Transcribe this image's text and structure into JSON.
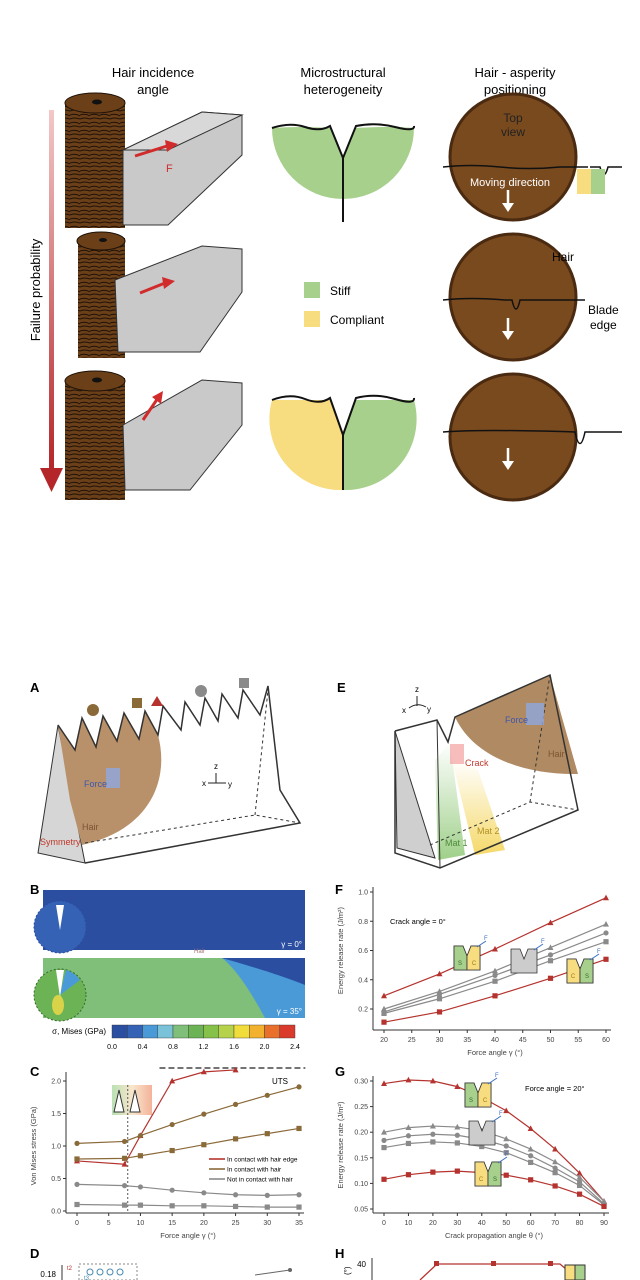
{
  "top": {
    "col_headers": [
      {
        "line1": "Hair incidence",
        "line2": "angle"
      },
      {
        "line1": "Microstructural",
        "line2": "heterogeneity"
      },
      {
        "line1": "Hair - asperity",
        "line2": "positioning"
      }
    ],
    "failure_axis": "Failure probability",
    "force_label": "F",
    "legend": {
      "stiff": "Stiff",
      "compliant": "Compliant"
    },
    "top_view_line1": "Top",
    "top_view_line2": "view",
    "moving_direction": "Moving direction",
    "hair_label": "Hair",
    "blade_edge_line1": "Blade",
    "blade_edge_line2": "edge",
    "colors": {
      "stiff": "#a8d08d",
      "compliant": "#f7dc80",
      "hair": "#7a4a1f",
      "arrow": "#b5262a"
    }
  },
  "panelA": {
    "letter": "A",
    "force": "Force",
    "hair": "Hair",
    "symmetry": "Symmetry",
    "axes": {
      "z": "z",
      "x": "x",
      "y": "y"
    }
  },
  "panelE": {
    "letter": "E",
    "force": "Force",
    "hair": "Hair",
    "crack": "Crack",
    "mat1": "Mat 1",
    "mat2": "Mat 2",
    "axes": {
      "z": "z",
      "x": "x",
      "y": "y"
    }
  },
  "panelB": {
    "letter": "B",
    "hair": "Hair",
    "gamma0": "γ = 0°",
    "gamma35": "γ = 35°",
    "colorbar_label": "σ, Mises (GPa)",
    "colorbar_ticks": [
      "0.0",
      "0.4",
      "0.8",
      "1.2",
      "1.6",
      "2.0",
      "2.4"
    ],
    "colorbar_colors": [
      "#2b4ea0",
      "#3562b5",
      "#4a9ad8",
      "#79c2d8",
      "#7fbf7a",
      "#6cb356",
      "#86c14a",
      "#b6d24a",
      "#f0dc3a",
      "#f2b12f",
      "#e8702b",
      "#d93a2b"
    ]
  },
  "panelD": {
    "letter": "D",
    "ytick": "0.18",
    "labels": [
      "t2",
      "t3"
    ]
  },
  "panelH": {
    "letter": "H",
    "ytick": "40",
    "ylabel_part": "(°)"
  },
  "chart_data": [
    {
      "id": "C",
      "type": "line",
      "letter": "C",
      "xlabel": "Force angle γ (°)",
      "ylabel": "Von Mises stress (GPa)",
      "xlim": [
        0,
        35
      ],
      "ylim": [
        0,
        2.2
      ],
      "xticks": [
        0,
        5,
        10,
        15,
        20,
        25,
        30,
        35
      ],
      "yticks": [
        0.0,
        0.5,
        1.0,
        1.5,
        2.0
      ],
      "ytick_labels": [
        "0.0",
        "0.5",
        "1.0",
        "1.5",
        "2.0"
      ],
      "annotation": "UTS",
      "uts_value": 2.2,
      "legend": [
        {
          "label": "In contact with hair edge",
          "color": "#b5332e"
        },
        {
          "label": "In contact with hair",
          "color": "#8b6a3a"
        },
        {
          "label": "Not in contact with hair",
          "color": "#8a8a8a"
        }
      ],
      "legend_position": "right",
      "series": [
        {
          "name": "hair edge",
          "color": "#b5332e",
          "marker": "triangle",
          "x": [
            0,
            7.5,
            10,
            15,
            20,
            25
          ],
          "y": [
            0.77,
            0.72,
            1.16,
            2.0,
            2.14,
            2.17
          ]
        },
        {
          "name": "hair circle",
          "color": "#8b6a3a",
          "marker": "circle",
          "x": [
            0,
            7.5,
            10,
            15,
            20,
            25,
            30,
            35
          ],
          "y": [
            1.04,
            1.07,
            1.16,
            1.33,
            1.49,
            1.64,
            1.78,
            1.91
          ]
        },
        {
          "name": "hair square",
          "color": "#8b6a3a",
          "marker": "square",
          "x": [
            0,
            7.5,
            10,
            15,
            20,
            25,
            30,
            35
          ],
          "y": [
            0.8,
            0.81,
            0.85,
            0.93,
            1.02,
            1.11,
            1.19,
            1.27
          ]
        },
        {
          "name": "no hair circle",
          "color": "#8a8a8a",
          "marker": "circle",
          "x": [
            0,
            7.5,
            10,
            15,
            20,
            25,
            30,
            35
          ],
          "y": [
            0.41,
            0.39,
            0.37,
            0.32,
            0.28,
            0.25,
            0.24,
            0.25
          ]
        },
        {
          "name": "no hair square",
          "color": "#8a8a8a",
          "marker": "square",
          "x": [
            0,
            7.5,
            10,
            15,
            20,
            25,
            30,
            35
          ],
          "y": [
            0.1,
            0.09,
            0.09,
            0.08,
            0.08,
            0.07,
            0.06,
            0.06
          ]
        }
      ]
    },
    {
      "id": "F",
      "type": "line",
      "letter": "F",
      "xlabel": "Force angle γ (°)",
      "ylabel": "Energy release rate (J/m²)",
      "annotation": "Crack angle = 0°",
      "xlim": [
        20,
        60
      ],
      "ylim": [
        0.1,
        1.0
      ],
      "xticks": [
        20,
        25,
        30,
        35,
        40,
        45,
        50,
        55,
        60
      ],
      "yticks": [
        0.2,
        0.4,
        0.6,
        0.8,
        1.0
      ],
      "ytick_labels": [
        "0.2",
        "0.4",
        "0.6",
        "0.8",
        "1.0"
      ],
      "series": [
        {
          "name": "S-C",
          "color": "#b5332e",
          "marker": "triangle",
          "x": [
            20,
            30,
            40,
            50,
            60
          ],
          "y": [
            0.29,
            0.44,
            0.61,
            0.79,
            0.96
          ]
        },
        {
          "name": "homogeneous triangle",
          "color": "#8a8a8a",
          "marker": "triangle",
          "x": [
            20,
            30,
            40,
            50,
            60
          ],
          "y": [
            0.2,
            0.32,
            0.46,
            0.62,
            0.78
          ]
        },
        {
          "name": "homogeneous circle",
          "color": "#8a8a8a",
          "marker": "circle",
          "x": [
            20,
            30,
            40,
            50,
            60
          ],
          "y": [
            0.18,
            0.3,
            0.43,
            0.57,
            0.72
          ]
        },
        {
          "name": "homogeneous square",
          "color": "#8a8a8a",
          "marker": "square",
          "x": [
            20,
            30,
            40,
            50,
            60
          ],
          "y": [
            0.17,
            0.27,
            0.39,
            0.53,
            0.66
          ]
        },
        {
          "name": "C-S",
          "color": "#b5332e",
          "marker": "square",
          "x": [
            20,
            30,
            40,
            50,
            60
          ],
          "y": [
            0.11,
            0.18,
            0.29,
            0.41,
            0.54
          ]
        }
      ],
      "icon_labels": {
        "s": "S",
        "c": "C",
        "f": "F"
      }
    },
    {
      "id": "G",
      "type": "line",
      "letter": "G",
      "xlabel": "Crack propagation angle θ (°)",
      "ylabel": "Energy release rate (J/m²)",
      "annotation": "Force angle = 20°",
      "xlim": [
        0,
        90
      ],
      "ylim": [
        0.05,
        0.3
      ],
      "xticks": [
        0,
        10,
        20,
        30,
        40,
        50,
        60,
        70,
        80,
        90
      ],
      "yticks": [
        0.05,
        0.1,
        0.15,
        0.2,
        0.25,
        0.3
      ],
      "ytick_labels": [
        "0.05",
        "0.10",
        "0.15",
        "0.20",
        "0.25",
        "0.30"
      ],
      "series": [
        {
          "name": "S-C",
          "color": "#b5332e",
          "marker": "triangle",
          "x": [
            0,
            10,
            20,
            30,
            40,
            50,
            60,
            70,
            80,
            90
          ],
          "y": [
            0.295,
            0.302,
            0.3,
            0.289,
            0.268,
            0.242,
            0.207,
            0.167,
            0.12,
            0.065
          ]
        },
        {
          "name": "homogeneous triangle",
          "color": "#8a8a8a",
          "marker": "triangle",
          "x": [
            0,
            10,
            20,
            30,
            40,
            50,
            60,
            70,
            80,
            90
          ],
          "y": [
            0.2,
            0.209,
            0.212,
            0.21,
            0.203,
            0.187,
            0.167,
            0.142,
            0.112,
            0.065
          ]
        },
        {
          "name": "homogeneous circle",
          "color": "#8a8a8a",
          "marker": "circle",
          "x": [
            0,
            10,
            20,
            30,
            40,
            50,
            60,
            70,
            80,
            90
          ],
          "y": [
            0.184,
            0.193,
            0.196,
            0.194,
            0.186,
            0.173,
            0.154,
            0.13,
            0.103,
            0.06
          ]
        },
        {
          "name": "homogeneous square",
          "color": "#8a8a8a",
          "marker": "square",
          "x": [
            0,
            10,
            20,
            30,
            40,
            50,
            60,
            70,
            80,
            90
          ],
          "y": [
            0.17,
            0.178,
            0.181,
            0.179,
            0.172,
            0.16,
            0.141,
            0.121,
            0.096,
            0.058
          ]
        },
        {
          "name": "C-S",
          "color": "#b5332e",
          "marker": "square",
          "x": [
            0,
            10,
            20,
            30,
            40,
            50,
            60,
            70,
            80,
            90
          ],
          "y": [
            0.108,
            0.117,
            0.122,
            0.124,
            0.121,
            0.116,
            0.107,
            0.095,
            0.079,
            0.055
          ]
        }
      ],
      "icon_labels": {
        "s": "S",
        "c": "C",
        "f": "F"
      }
    }
  ]
}
